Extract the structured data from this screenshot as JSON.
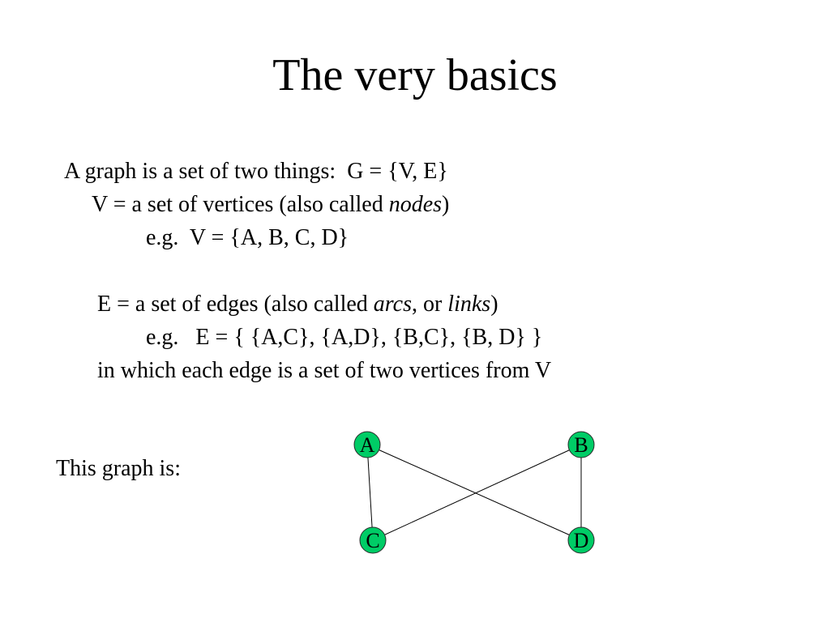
{
  "slide": {
    "title": "The very basics",
    "line1": "A graph is a set of two things:  G = {V, E}",
    "line2_before": "V = a set of vertices (also called ",
    "line2_italic": "nodes",
    "line2_after": ")",
    "line3": "e.g.  V = {A, B, C, D}",
    "line4_before": "E = a set of edges (also called ",
    "line4_italic1": "arcs",
    "line4_middle": ", or ",
    "line4_italic2": "links",
    "line4_after": ")",
    "line5": "e.g.   E = { {A,C}, {A,D}, {B,C}, {B, D} }",
    "line6": "in which each edge is a set of two vertices from V",
    "caption": "This graph is:"
  },
  "graph": {
    "node_color": "#00cc66",
    "edge_color": "#000000",
    "nodes": [
      {
        "id": "A",
        "label": "A"
      },
      {
        "id": "B",
        "label": "B"
      },
      {
        "id": "C",
        "label": "C"
      },
      {
        "id": "D",
        "label": "D"
      }
    ],
    "edges": [
      [
        "A",
        "C"
      ],
      [
        "A",
        "D"
      ],
      [
        "B",
        "C"
      ],
      [
        "B",
        "D"
      ]
    ]
  }
}
